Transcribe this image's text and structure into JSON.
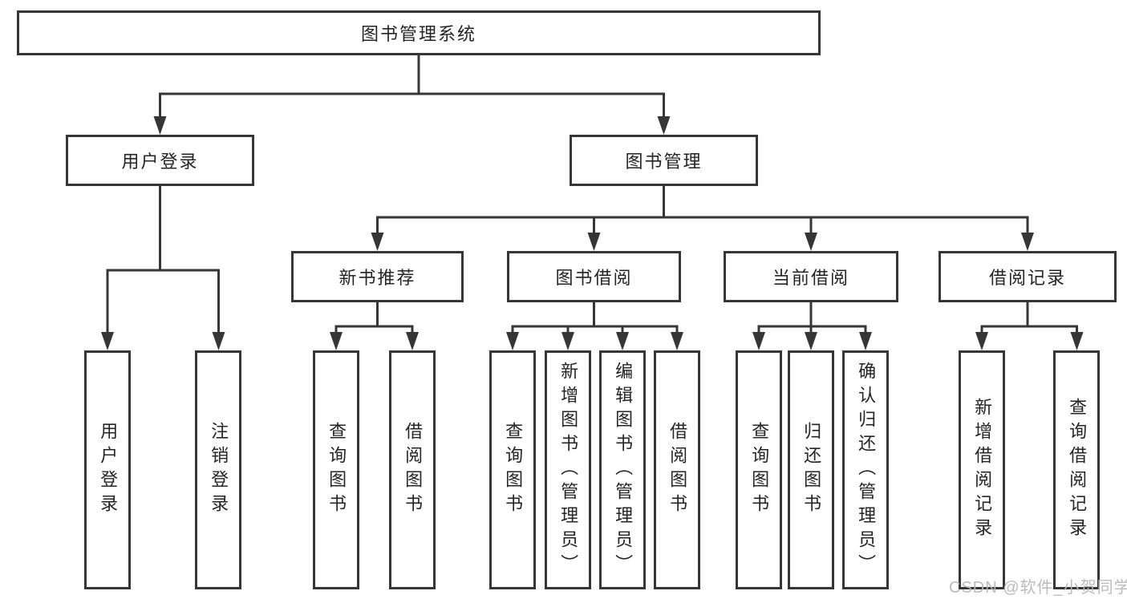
{
  "page": {
    "background": "#ffffff",
    "line_color": "#363636",
    "text_color": "#242424",
    "watermark": "CSDN @软件_小贺同学",
    "watermark_color": "#b7b7b7"
  },
  "nodes": {
    "root": {
      "label": "图书管理系统"
    },
    "user_login": {
      "label": "用户登录"
    },
    "book_management": {
      "label": "图书管理"
    },
    "new_book_recommend": {
      "label": "新书推荐"
    },
    "book_borrow": {
      "label": "图书借阅"
    },
    "current_borrow": {
      "label": "当前借阅"
    },
    "borrow_records": {
      "label": "借阅记录"
    },
    "leaves": {
      "user": [
        "用户登录",
        "注销登录"
      ],
      "recommend": [
        "查询图书",
        "借阅图书"
      ],
      "borrow": [
        "查询图书",
        "新增图书（管理员）",
        "编辑图书（管理员）",
        "借阅图书"
      ],
      "current": [
        "查询图书",
        "归还图书",
        "确认归还（管理员）"
      ],
      "records": [
        "新增借阅记录",
        "查询借阅记录"
      ]
    }
  }
}
